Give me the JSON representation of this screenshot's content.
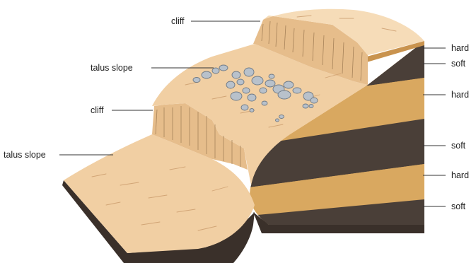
{
  "labels": {
    "left": [
      {
        "key": "cliff_top",
        "text": "cliff"
      },
      {
        "key": "talus_upper",
        "text": "talus slope"
      },
      {
        "key": "cliff_lower",
        "text": "cliff"
      },
      {
        "key": "talus_lower",
        "text": "talus slope"
      }
    ],
    "right": [
      {
        "key": "layer1",
        "text": "hard"
      },
      {
        "key": "layer2",
        "text": "soft"
      },
      {
        "key": "layer3",
        "text": "hard"
      },
      {
        "key": "layer4",
        "text": "soft"
      },
      {
        "key": "layer5",
        "text": "hard"
      },
      {
        "key": "layer6",
        "text": "soft"
      }
    ]
  },
  "colors": {
    "surface": "#f1cfa3",
    "surface_light": "#f6dcb8",
    "hard_rock": "#d9a860",
    "soft_rock": "#4a3f38",
    "talus_rock": "#b8c1cb",
    "front_edge": "#3a302a"
  }
}
